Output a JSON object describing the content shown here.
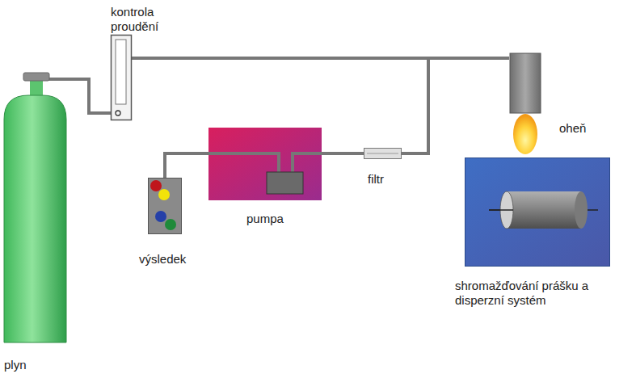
{
  "diagram": {
    "nodes": [
      {
        "text": [
          "kontrola proudění"
        ]
      },
      {
        "text": [
          "oheň"
        ]
      },
      {
        "text": [
          "pumpa"
        ]
      },
      {
        "text": [
          "filtr"
        ]
      },
      {
        "text": [
          "výsledek"
        ]
      },
      {
        "text": [
          "shromažďování prášku a disperzní systém"
        ]
      },
      {
        "text": [
          "plyn"
        ]
      }
    ],
    "edges": [
      {
        "from": 6,
        "to": 0,
        "arrow": "none"
      },
      {
        "from": 0,
        "to": 1,
        "arrow": "none"
      },
      {
        "from": 3,
        "to": 1,
        "arrow": "none"
      },
      {
        "from": 2,
        "to": 3,
        "arrow": "none"
      },
      {
        "from": 4,
        "to": 2,
        "arrow": "none"
      }
    ]
  }
}
